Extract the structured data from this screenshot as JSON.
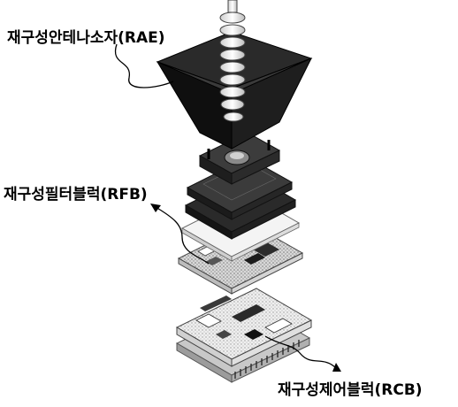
{
  "diagram": {
    "labels": {
      "rae": "재구성안테나소자(RAE)",
      "rfb": "재구성필터블럭(RFB)",
      "rcb": "재구성제어블럭(RCB)"
    },
    "colors": {
      "ink": "#000000",
      "dark_block": "#1a1a1a",
      "grey_block": "#3a3a3a",
      "light_board": "#e8e8e8",
      "coil": "#f4f4f4"
    }
  }
}
